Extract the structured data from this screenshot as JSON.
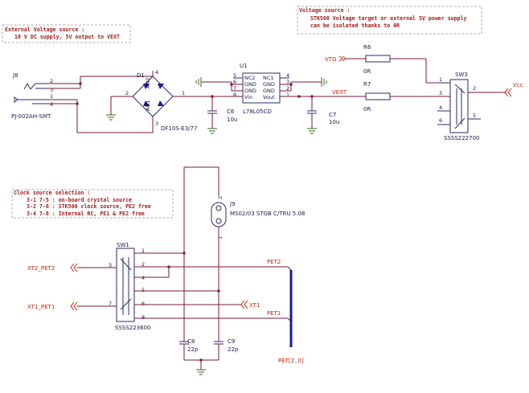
{
  "notes": {
    "external_voltage": [
      "External Voltage source :",
      "10 V DC supply, 5V output to VEXT"
    ],
    "voltage_source": [
      "Voltage source :",
      "STK500 Voltage target or  external 5V power supply",
      "can be isolated thanks to 0R"
    ],
    "clock_source": [
      "Clock source selection :",
      "3-1 7-5 : on-board crystal source",
      "3-2 7-6 : STK500 clock source, PE2 free",
      "3-4 7-8 : Internal RC, PE1 & PE2 free"
    ]
  },
  "components": {
    "j8": {
      "ref": "J8",
      "part": "PJ-002AH-SMT",
      "pins": [
        "2",
        "3",
        "1",
        "4"
      ]
    },
    "d1": {
      "ref": "D1",
      "part": "DF10S-E3/77",
      "pins": [
        "4",
        "2",
        "1",
        "3"
      ],
      "labels": [
        "AN2",
        "AN1"
      ]
    },
    "u1": {
      "ref": "U1",
      "part": "L78L05CD",
      "pins_left": [
        "5",
        "6",
        "7",
        "8"
      ],
      "pins_right": [
        "4",
        "3",
        "2",
        "1"
      ],
      "labels_left": [
        "NC2",
        "GND",
        "GND",
        "Vin"
      ],
      "labels_right": [
        "NC1",
        "GND",
        "GND",
        "Vout"
      ]
    },
    "c6": {
      "ref": "C6",
      "value": "10u"
    },
    "c7": {
      "ref": "C7",
      "value": "10u"
    },
    "r6": {
      "ref": "R6",
      "value": "0R"
    },
    "r7": {
      "ref": "R7",
      "value": "0R"
    },
    "sw3": {
      "ref": "SW3",
      "part": "SSSS222700",
      "pins": [
        "1",
        "3",
        "4",
        "6",
        "2",
        "5"
      ]
    },
    "j9": {
      "ref": "J9",
      "part": "MS02/03 STGB C/TRU 5.08",
      "pins": [
        "2",
        "1"
      ]
    },
    "sw1": {
      "ref": "SW1",
      "part": "SSSS223600",
      "pins_left": [
        "3",
        "7"
      ],
      "pins_right": [
        "1",
        "2",
        "4",
        "5",
        "6",
        "8"
      ]
    },
    "c8": {
      "ref": "C8",
      "value": "22p"
    },
    "c9": {
      "ref": "C9",
      "value": "22p"
    }
  },
  "nets": {
    "vtg": "VTG",
    "vext": "VEXT",
    "vcc": "Vcc",
    "xt2_pet2": "XT2_PET2",
    "xt1_pet1": "XT1_PET1",
    "xt1": "XT1",
    "pet2": "PET2",
    "pet1": "PET1",
    "pet_bus": "PET[2..0]"
  }
}
